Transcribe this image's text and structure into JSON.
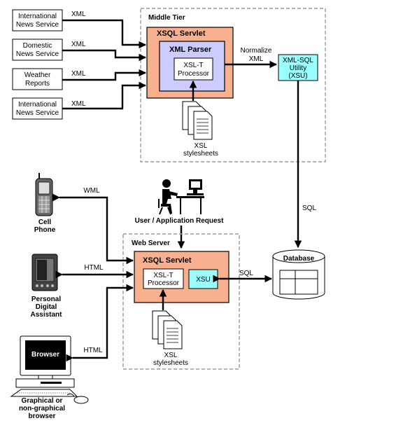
{
  "colors": {
    "servlet": "#f9b08e",
    "parser": "#ccccff",
    "xsu": "#99ffff",
    "tier_border": "#9a9a9a"
  },
  "sources": [
    {
      "line1": "International",
      "line2": "News Service",
      "xml": "XML"
    },
    {
      "line1": "Domestic",
      "line2": "News Service",
      "xml": "XML"
    },
    {
      "line1": "Weather",
      "line2": "Reports",
      "xml": "XML"
    },
    {
      "line1": "International",
      "line2": "News Service",
      "xml": "XML"
    }
  ],
  "middle_tier": {
    "title": "Middle Tier",
    "servlet": "XSQL Servlet",
    "parser": "XML Parser",
    "processor": {
      "line1": "XSL-T",
      "line2": "Processor"
    },
    "stylesheets": {
      "line1": "XSL",
      "line2": "stylesheets"
    },
    "normalize": {
      "line1": "Normalize",
      "line2": "XML"
    }
  },
  "xsu_utility": {
    "line1": "XML-SQL",
    "line2": "Utility",
    "line3": "(XSU)"
  },
  "sql_top": "SQL",
  "user_request": "User / Application Request",
  "web_server": {
    "title": "Web Server",
    "servlet": "XSQL Servlet",
    "processor": {
      "line1": "XSL-T",
      "line2": "Processor"
    },
    "xsu": "XSU",
    "stylesheets": {
      "line1": "XSL",
      "line2": "stylesheets"
    }
  },
  "sql_mid": "SQL",
  "database": "Database",
  "clients": {
    "cell": {
      "line1": "Cell",
      "line2": "Phone",
      "protocol": "WML"
    },
    "pda": {
      "line1": "Personal",
      "line2": "Digital",
      "line3": "Assistant",
      "protocol": "HTML"
    },
    "browser": {
      "screen": "Browser",
      "line1": "Graphical or",
      "line2": "non-graphical",
      "line3": "browser",
      "protocol": "HTML"
    }
  }
}
